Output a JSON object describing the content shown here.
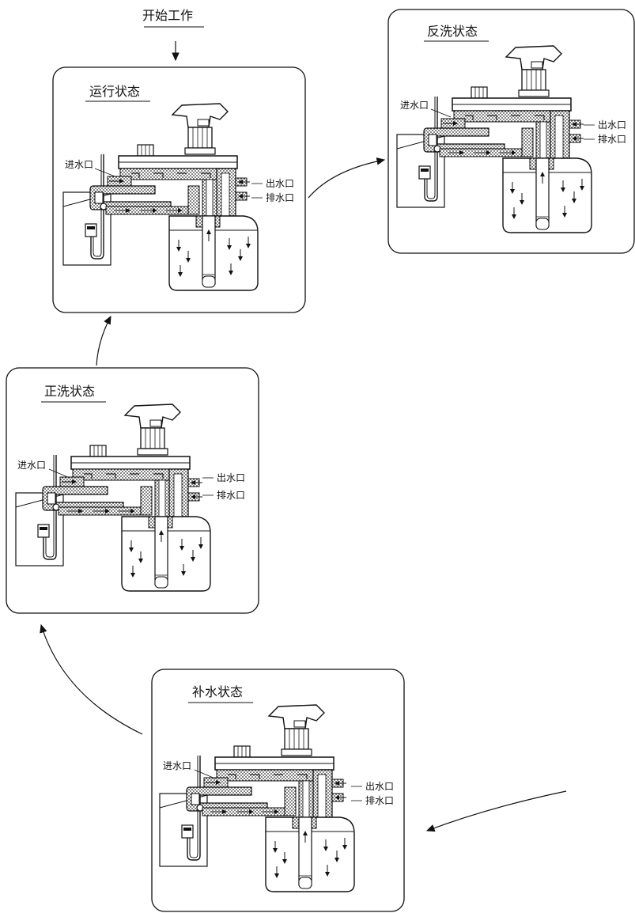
{
  "start_label": "开始工作",
  "panels": [
    {
      "id": "run",
      "title": "运行状态",
      "labels": {
        "inlet": "进水口",
        "outlet": "出水口",
        "drain": "排水口"
      }
    },
    {
      "id": "backwash",
      "title": "反洗状态",
      "labels": {
        "inlet": "进水口",
        "outlet": "出水口",
        "drain": "排水口"
      }
    },
    {
      "id": "rinse",
      "title": "正洗状态",
      "labels": {
        "inlet": "进水口",
        "outlet": "出水口",
        "drain": "排水口"
      }
    },
    {
      "id": "refill",
      "title": "补水状态",
      "labels": {
        "inlet": "进水口",
        "outlet": "出水口",
        "drain": "排水口"
      }
    }
  ],
  "colors": {
    "line": "#111111",
    "hatch": "#555555",
    "background": "#ffffff"
  }
}
